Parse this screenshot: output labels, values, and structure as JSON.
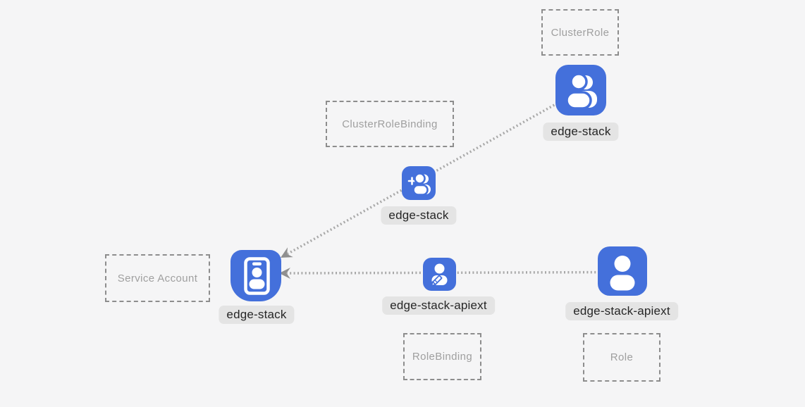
{
  "canvas": {
    "background": "#f5f5f6"
  },
  "colors": {
    "icon_blue": "#4470db",
    "chip_bg": "#e4e4e4",
    "chip_text": "#262626",
    "box_border": "#8d8d8d",
    "box_text": "#9f9f9f",
    "connector": "#a8a8a8",
    "arrow": "#8f8f8f"
  },
  "kinds": {
    "cluster_role": "ClusterRole",
    "cluster_role_binding": "ClusterRoleBinding",
    "service_account": "Service Account",
    "role_binding": "RoleBinding",
    "role": "Role"
  },
  "nodes": {
    "cluster_role": {
      "name": "edge-stack",
      "icon": "users-icon"
    },
    "cluster_role_binding": {
      "name": "edge-stack",
      "icon": "user-plus-icon"
    },
    "service_account": {
      "name": "edge-stack",
      "icon": "id-badge-icon"
    },
    "role_binding": {
      "name": "edge-stack-apiext",
      "icon": "user-edit-icon"
    },
    "role": {
      "name": "edge-stack-apiext",
      "icon": "user-icon"
    }
  },
  "edges": [
    {
      "from": "cluster_role",
      "through": "cluster_role_binding",
      "to": "service_account",
      "style": "dotted",
      "arrow": "into-service-account"
    },
    {
      "from": "role",
      "through": "role_binding",
      "to": "service_account",
      "style": "dotted",
      "arrow": "into-service-account"
    }
  ]
}
